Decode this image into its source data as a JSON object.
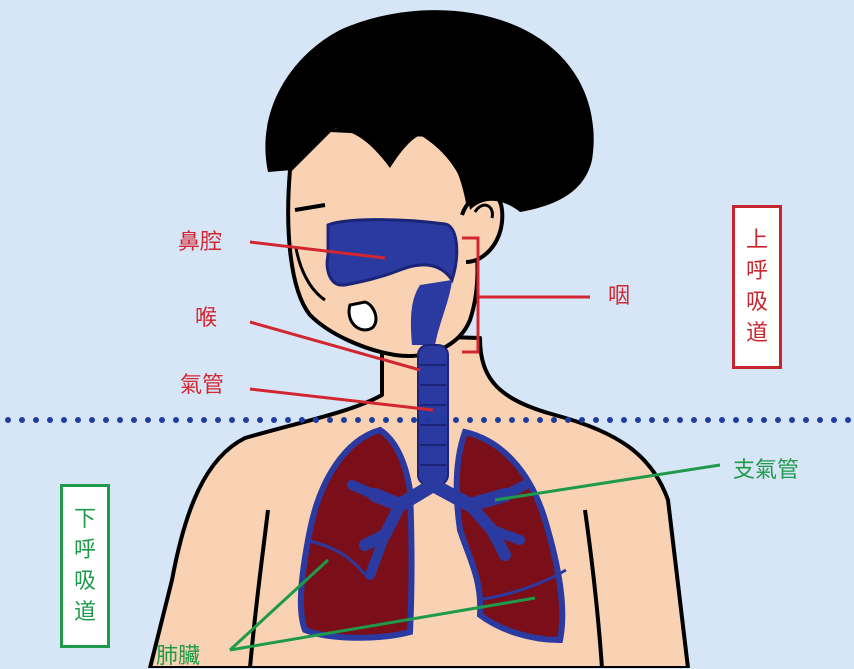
{
  "labels": {
    "nasal_cavity": "鼻腔",
    "larynx": "喉",
    "trachea": "氣管",
    "pharynx": "咽",
    "bronchi": "支氣管",
    "lungs": "肺臟"
  },
  "sections": {
    "upper": {
      "chars": [
        "上",
        "呼",
        "吸",
        "道"
      ]
    },
    "lower": {
      "chars": [
        "下",
        "呼",
        "吸",
        "道"
      ]
    }
  },
  "colors": {
    "background": "#d6e6f7",
    "skin": "#f9d2b4",
    "hair": "#000000",
    "airway": "#2b3aa0",
    "lung": "#7a0f1a",
    "upper_label": "#d22630",
    "lower_label": "#1f9a4a",
    "divider": "#1e3c9e"
  }
}
